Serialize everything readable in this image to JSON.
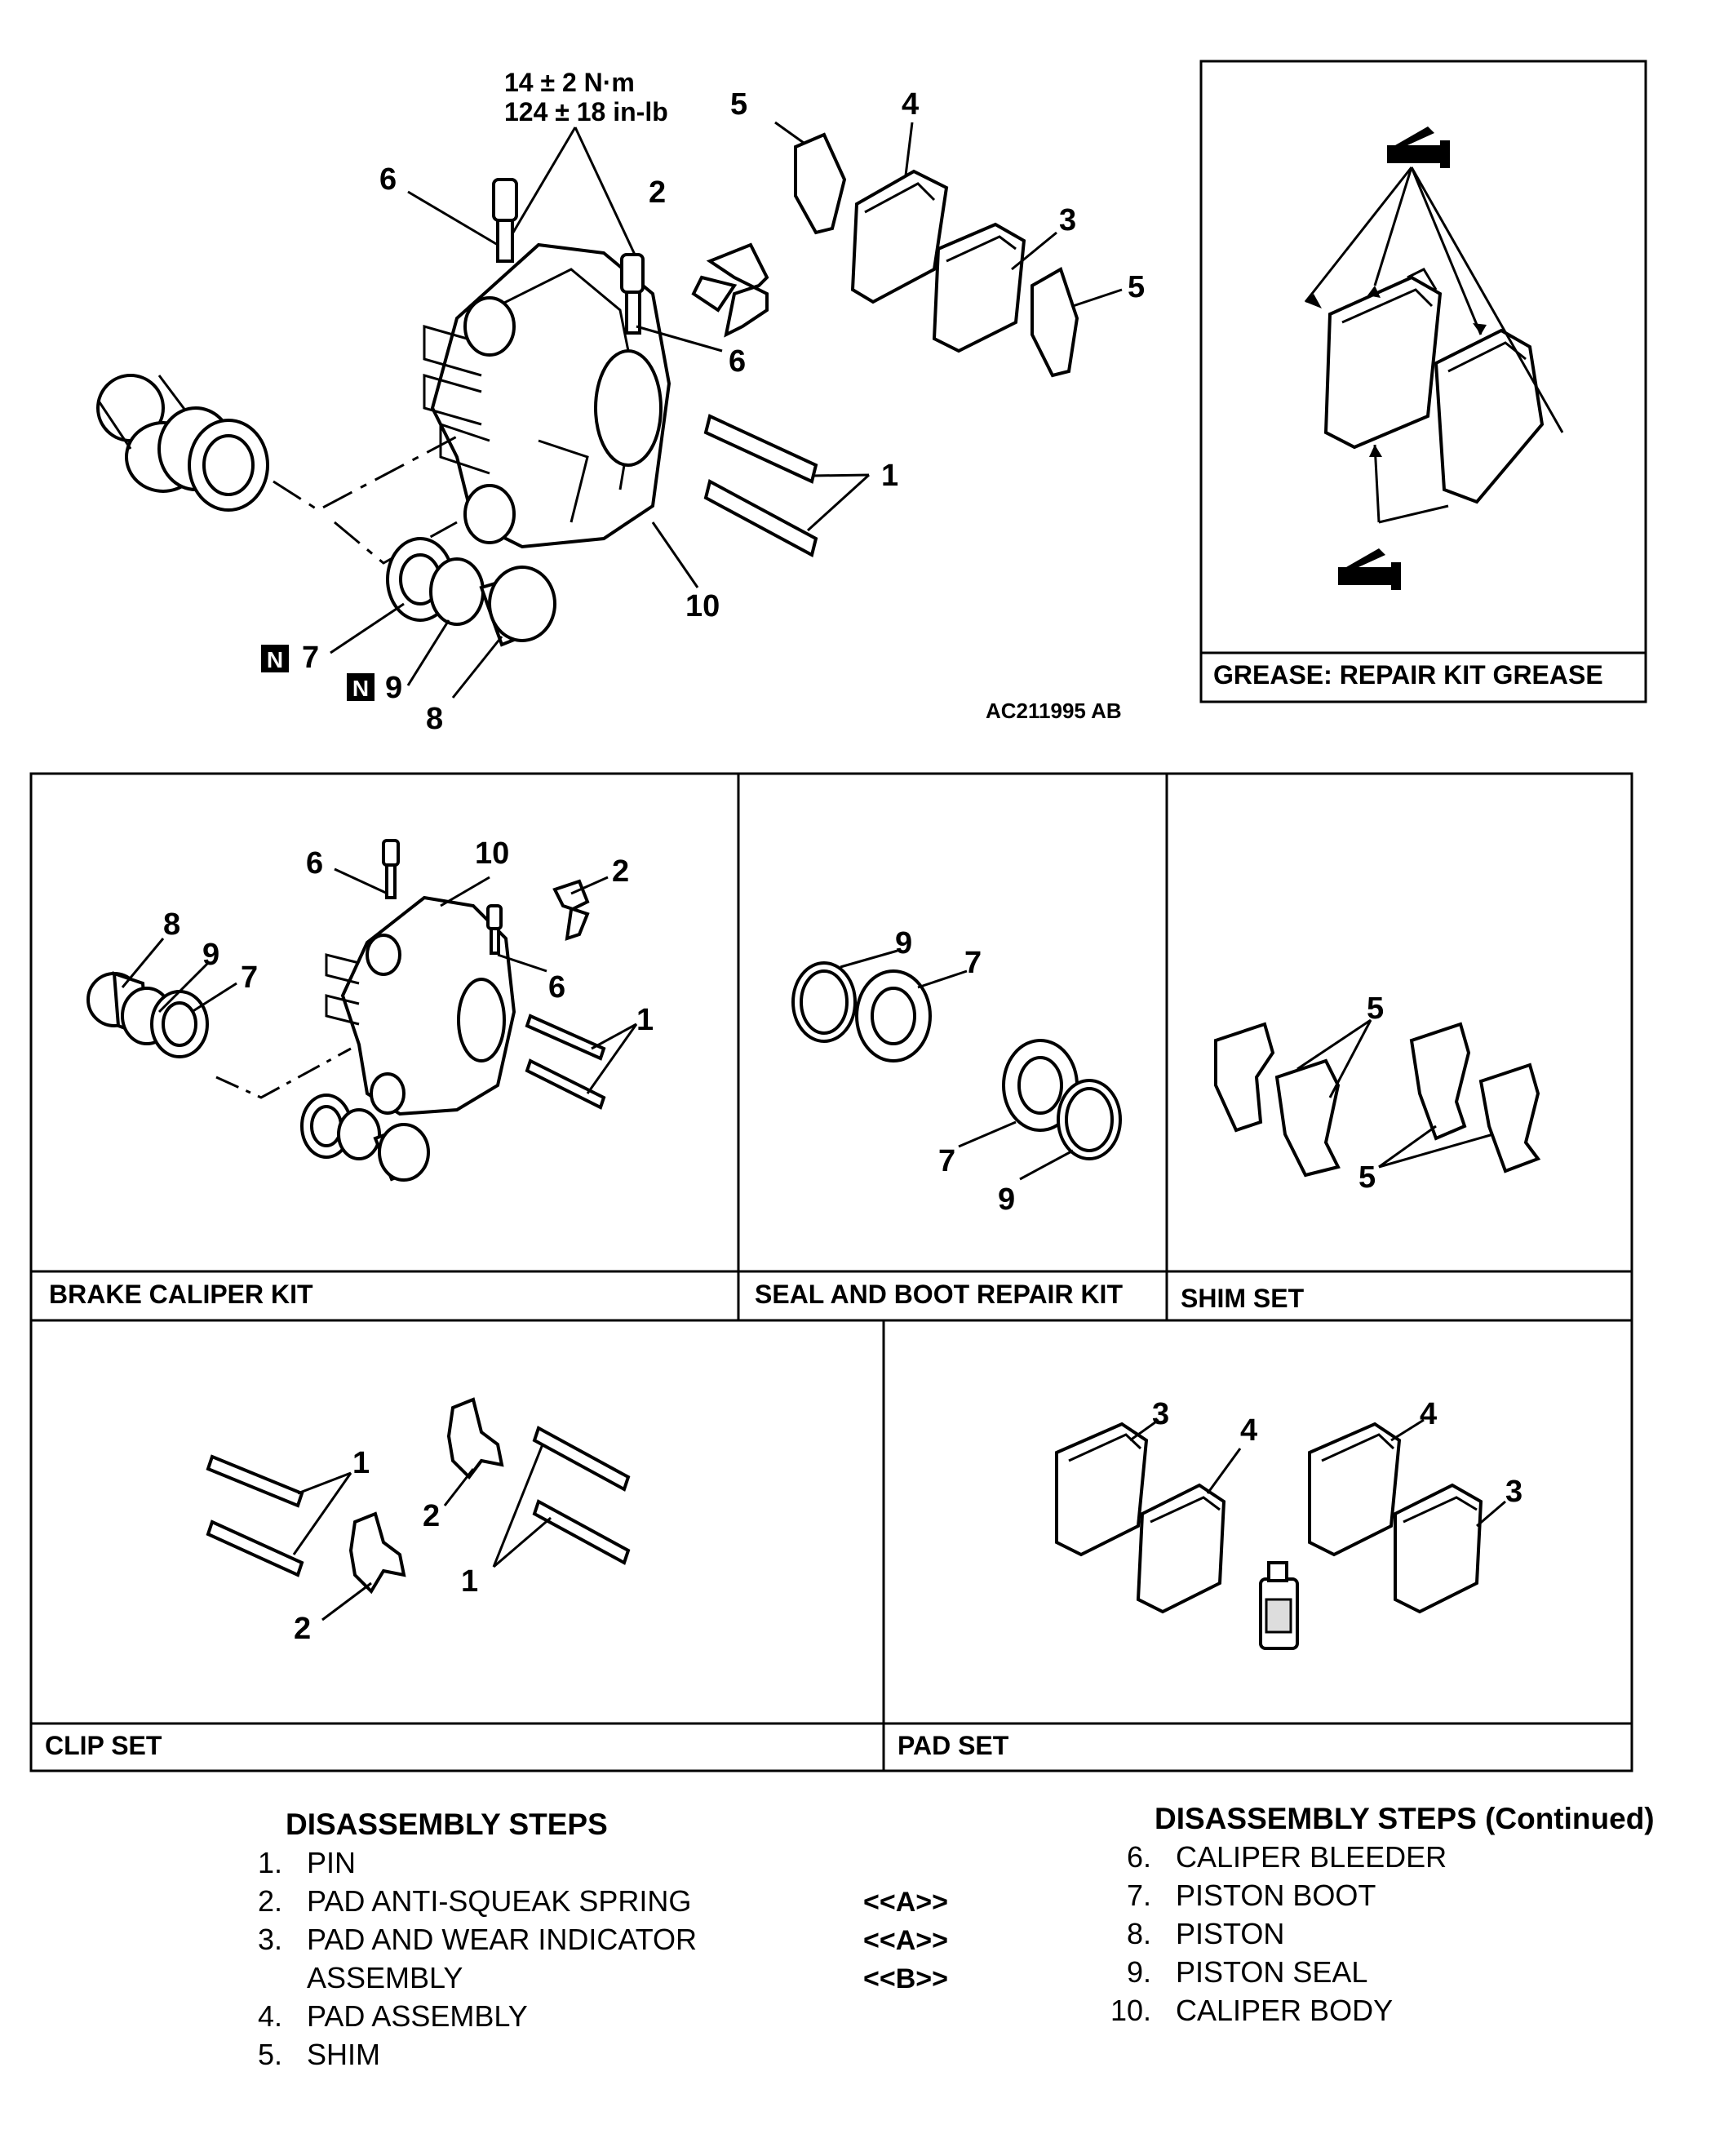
{
  "torque": {
    "line1": "14 ± 2 N·m",
    "line2": "124 ± 18 in-lb"
  },
  "figure_id": "AC211995 AB",
  "grease_label": "GREASE: REPAIR KIT GREASE",
  "new_part_badge": "N",
  "callouts": {
    "one": "1",
    "two": "2",
    "three": "3",
    "four": "4",
    "five": "5",
    "six": "6",
    "seven": "7",
    "eight": "8",
    "nine": "9",
    "ten": "10"
  },
  "kits": {
    "brake_caliper": "BRAKE CALIPER KIT",
    "seal_boot": "SEAL AND BOOT REPAIR KIT",
    "shim": "SHIM SET",
    "clip": "CLIP SET",
    "pad": "PAD SET"
  },
  "steps_left": {
    "title": "DISASSEMBLY STEPS",
    "items": [
      {
        "num": "1.",
        "label": "PIN"
      },
      {
        "num": "2.",
        "label": "PAD ANTI-SQUEAK SPRING"
      },
      {
        "num": "3.",
        "label": "PAD AND WEAR INDICATOR"
      },
      {
        "num": "",
        "label": "ASSEMBLY"
      },
      {
        "num": "4.",
        "label": "PAD ASSEMBLY"
      },
      {
        "num": "5.",
        "label": "SHIM"
      }
    ]
  },
  "steps_refs": [
    "<<A>>",
    "<<A>>",
    "<<B>>"
  ],
  "steps_right": {
    "title": "DISASSEMBLY STEPS (Continued)",
    "items": [
      {
        "num": "6.",
        "label": "CALIPER BLEEDER"
      },
      {
        "num": "7.",
        "label": "PISTON BOOT"
      },
      {
        "num": "8.",
        "label": "PISTON"
      },
      {
        "num": "9.",
        "label": "PISTON SEAL"
      },
      {
        "num": "10.",
        "label": "CALIPER BODY"
      }
    ]
  }
}
